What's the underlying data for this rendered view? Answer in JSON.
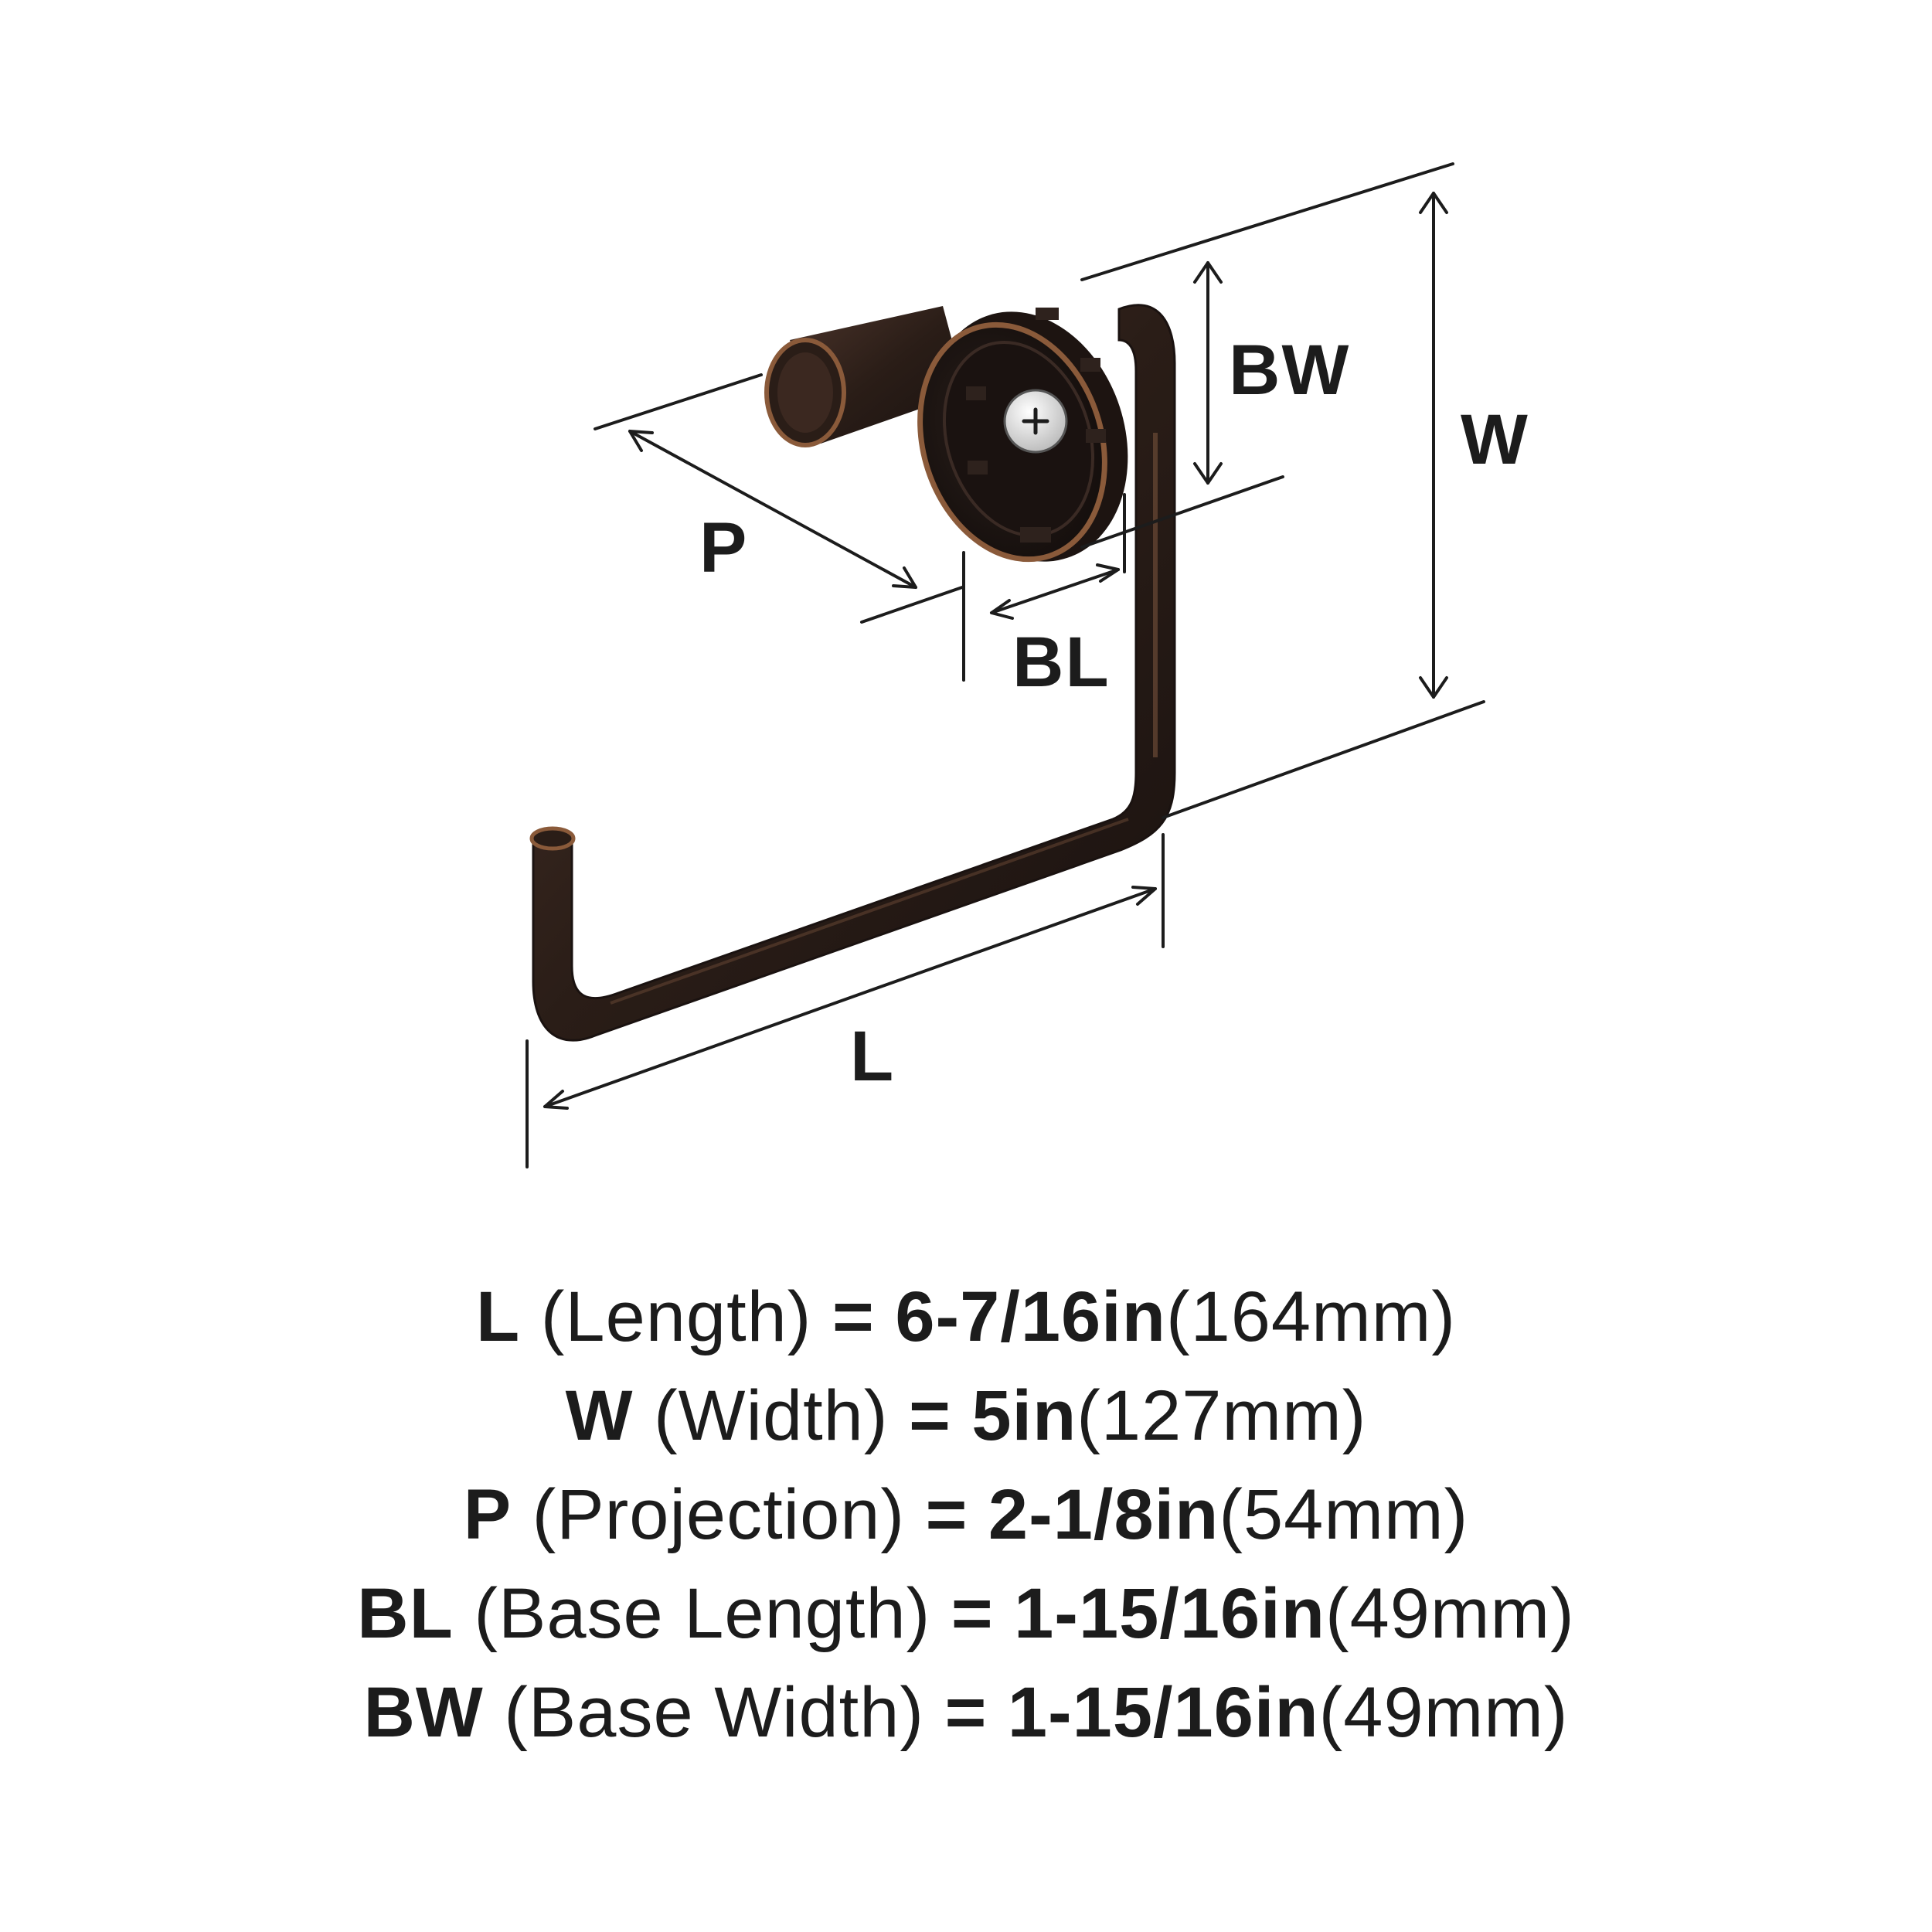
{
  "dimension_labels": {
    "bw": "BW",
    "w": "W",
    "p": "P",
    "bl": "BL",
    "l": "L"
  },
  "specs": [
    {
      "symbol": "L",
      "description": "(Length)",
      "equals": "=",
      "imperial": "6-7/16in",
      "metric": "(164mm)"
    },
    {
      "symbol": "W",
      "description": "(Width)",
      "equals": "=",
      "imperial": "5in",
      "metric": "(127mm)"
    },
    {
      "symbol": "P",
      "description": "(Projection)",
      "equals": "=",
      "imperial": "2-1/8in",
      "metric": "(54mm)"
    },
    {
      "symbol": "BL",
      "description": "(Base Length)",
      "equals": "=",
      "imperial": "1-15/16in",
      "metric": "(49mm)"
    },
    {
      "symbol": "BW",
      "description": "(Base Width)",
      "equals": "=",
      "imperial": "1-15/16in",
      "metric": "(49mm)"
    }
  ],
  "colors": {
    "finish": "#2a1d17",
    "finish_highlight": "#6b4a36",
    "copper_edge": "#8a5a3a",
    "ink": "#1c1c1c"
  }
}
